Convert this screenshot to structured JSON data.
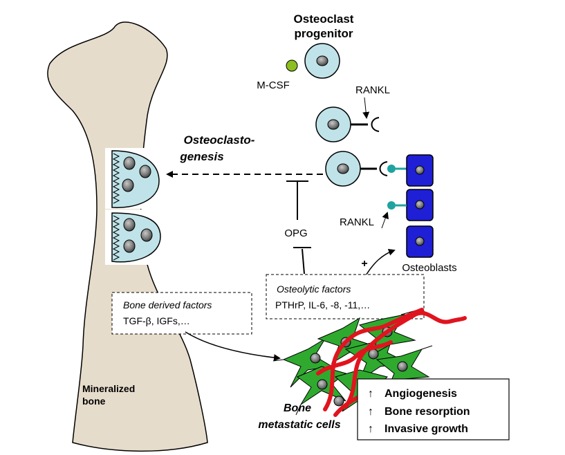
{
  "labels": {
    "osteoclast_progenitor_line1": "Osteoclast",
    "osteoclast_progenitor_line2": "progenitor",
    "mcsf": "M-CSF",
    "rankl_top": "RANKL",
    "osteoclastogenesis_line1": "Osteoclasto-",
    "osteoclastogenesis_line2": "genesis",
    "opg": "OPG",
    "rankl_mid": "RANKL",
    "plus": "+",
    "osteoblasts": "Osteoblasts",
    "mineralized_line1": "Mineralized",
    "mineralized_line2": "bone",
    "metastatic_line1": "Bone",
    "metastatic_line2": "metastatic cells"
  },
  "bone_factors": {
    "title": "Bone derived factors",
    "items": "TGF-β, IGFs,…"
  },
  "osteolytic_factors": {
    "title": "Osteolytic factors",
    "items": "PTHrP, IL-6, -8, -11,…"
  },
  "effects": [
    {
      "arrow": "↑",
      "text": "Angiogenesis"
    },
    {
      "arrow": "↑",
      "text": "Bone resorption"
    },
    {
      "arrow": "↑",
      "text": "Invasive growth"
    }
  ],
  "colors": {
    "bone": "#e6dccb",
    "progenitor": "#bfe3e8",
    "nucleus": "#8a8a8a",
    "osteoblast": "#1f1fd6",
    "receptor": "#1fa3a0",
    "mcsf": "#8cbf1f",
    "tumor": "#2faa2f",
    "vessel": "#e0141e"
  }
}
